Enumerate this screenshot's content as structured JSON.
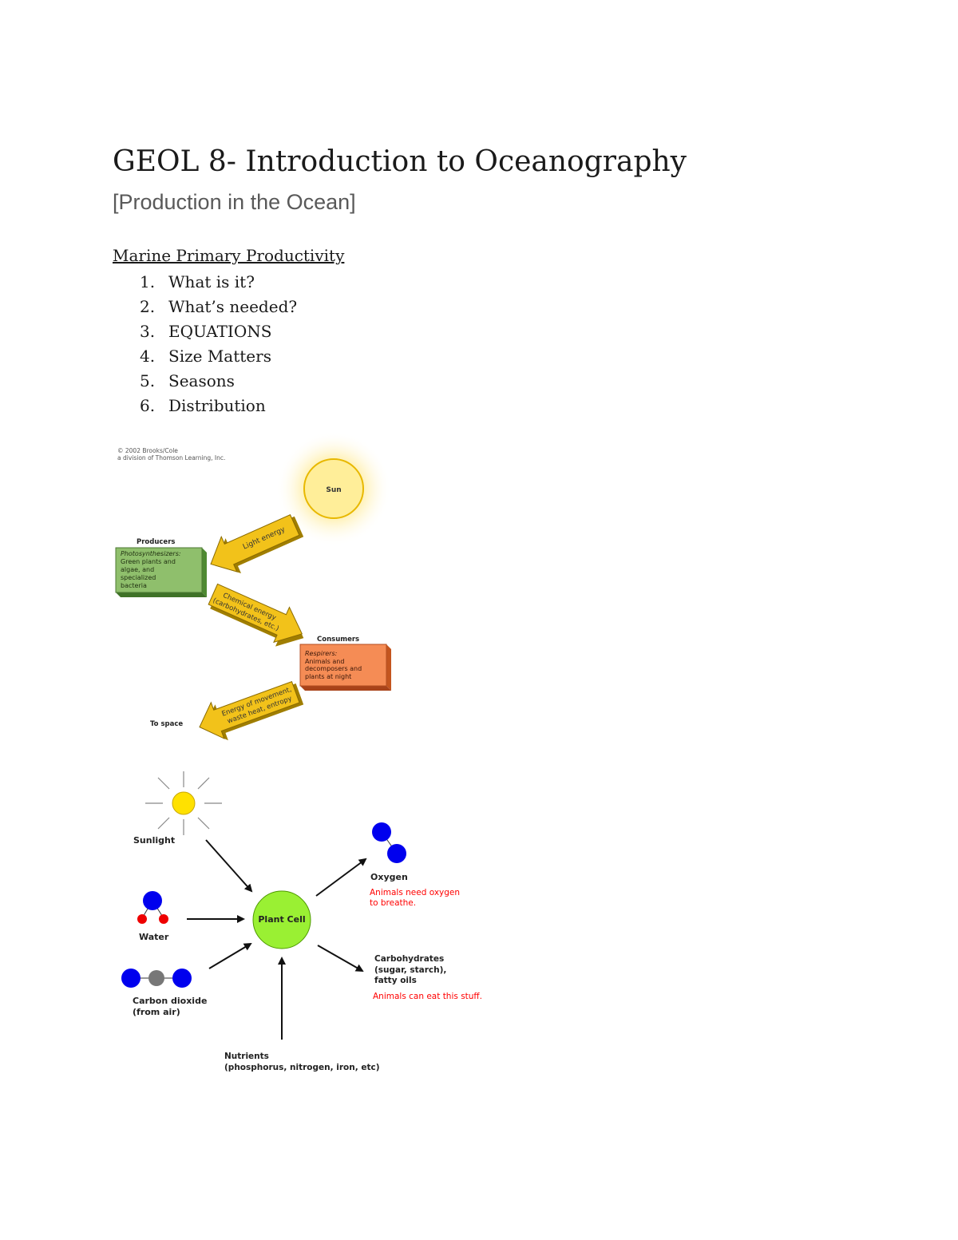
{
  "doc": {
    "title": "GEOL 8- Introduction to Oceanography",
    "subtitle": "[Production in the Ocean]",
    "section_heading": "Marine Primary Productivity",
    "outline": [
      {
        "num": "1.",
        "text": "What is it?"
      },
      {
        "num": "2.",
        "text": "What’s needed?"
      },
      {
        "num": "3.",
        "text": "EQUATIONS"
      },
      {
        "num": "4.",
        "text": "Size Matters"
      },
      {
        "num": "5.",
        "text": "Seasons"
      },
      {
        "num": "6.",
        "text": "Distribution"
      }
    ]
  },
  "energy_flow": {
    "copyright_line1": "© 2002 Brooks/Cole",
    "copyright_line2": "a division of Thomson Learning, Inc.",
    "sun_label": "Sun",
    "light_arrow_label": "Light energy",
    "producers_heading": "Producers",
    "producers_lines": [
      "Photosynthesizers:",
      "Green plants and",
      "algae, and",
      "specialized",
      "bacteria"
    ],
    "chemical_arrow_line1": "Chemical energy",
    "chemical_arrow_line2": "(carbohydrates, etc.)",
    "consumers_heading": "Consumers",
    "consumers_lines": [
      "Respirers:",
      "Animals and",
      "decomposers and",
      "plants at night"
    ],
    "movement_arrow_line1": "Energy of movement,",
    "movement_arrow_line2": "waste heat, entropy",
    "space_label": "To space"
  },
  "photosynthesis": {
    "sunlight_label": "Sunlight",
    "water_label": "Water",
    "co2_line1": "Carbon dioxide",
    "co2_line2": "(from air)",
    "plant_cell_label": "Plant Cell",
    "oxygen_label": "Oxygen",
    "oxygen_note_line1": "Animals need oxygen",
    "oxygen_note_line2": "to breathe.",
    "carbs_line1": "Carbohydrates",
    "carbs_line2": "(sugar, starch),",
    "carbs_line3": "fatty oils",
    "carbs_note": "Animals can eat this stuff.",
    "nutrients_line1": "Nutrients",
    "nutrients_line2": "(phosphorus, nitrogen, iron, etc)"
  },
  "colors": {
    "sun_fill": "#FFEE99",
    "sun_glow": "#FFF3C0",
    "arrow_fill": "#F2C21A",
    "producers_fill": "#8FBF6C",
    "consumers_fill": "#F58C55",
    "oxygen_blue": "#0000EE",
    "hydrogen_red": "#EE0000",
    "carbon_gray": "#777777",
    "plant_cell_green": "#9AF033",
    "note_red": "#FF0000"
  }
}
